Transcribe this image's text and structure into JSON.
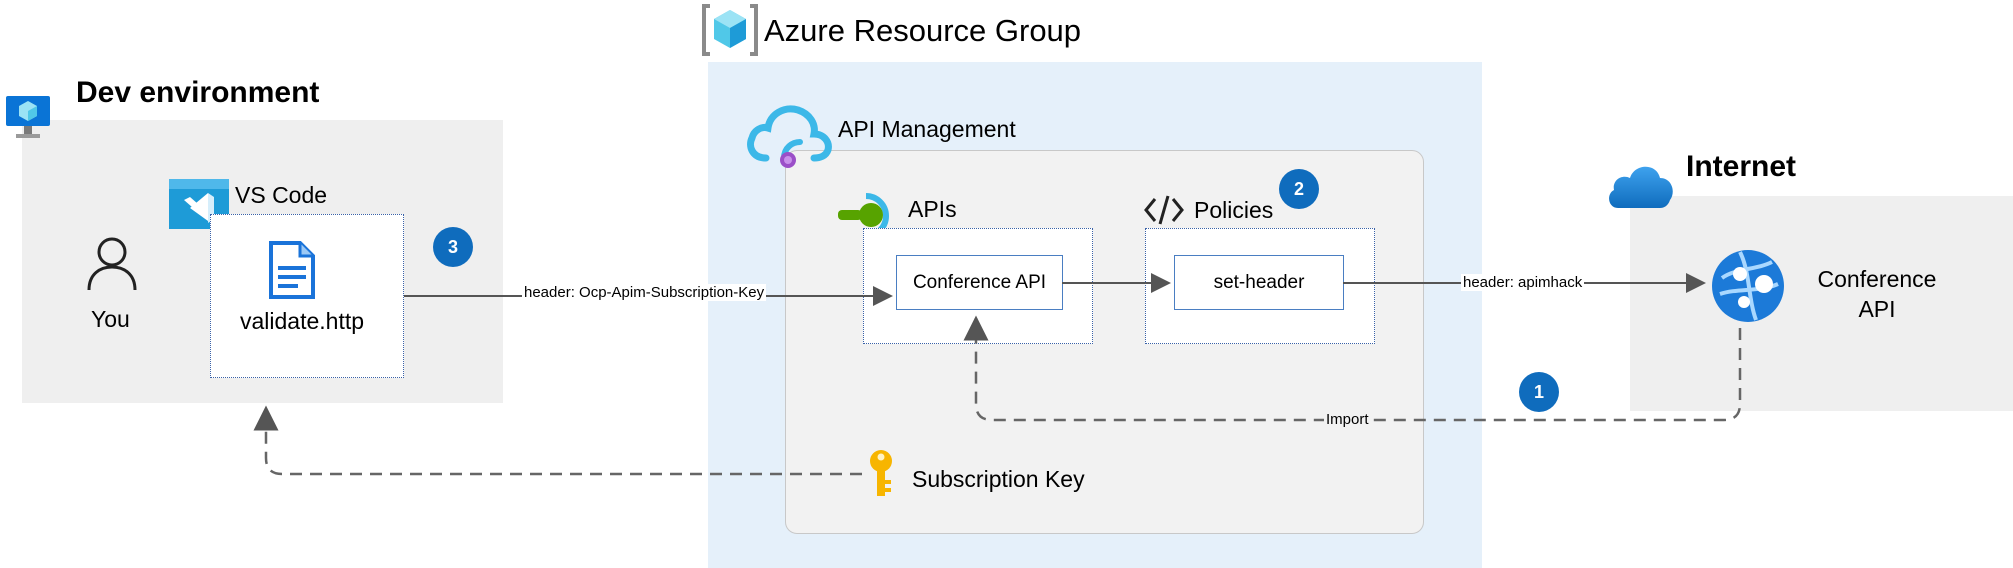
{
  "resource_group": {
    "title": "Azure Resource Group"
  },
  "dev_env": {
    "title": "Dev environment",
    "you_label": "You"
  },
  "vscode": {
    "label": "VS Code",
    "file_label": "validate.http",
    "step": "3"
  },
  "apim": {
    "title": "API Management",
    "apis_label": "APIs",
    "policies_label": "Policies",
    "policies_step": "2",
    "conference_api_box": "Conference API",
    "set_header_box": "set-header",
    "subscription_key_label": "Subscription Key"
  },
  "internet": {
    "title": "Internet",
    "service_label": "Conference API",
    "step": "1"
  },
  "edges": {
    "request_header": "header: Ocp-Apim-Subscription-Key",
    "backend_header": "header: apimhack",
    "import": "Import"
  },
  "colors": {
    "badge": "#0f6cbd",
    "azure_blue": "#0078d4",
    "panel_grey": "#efefef",
    "panel_blue": "#e5f0fa"
  }
}
